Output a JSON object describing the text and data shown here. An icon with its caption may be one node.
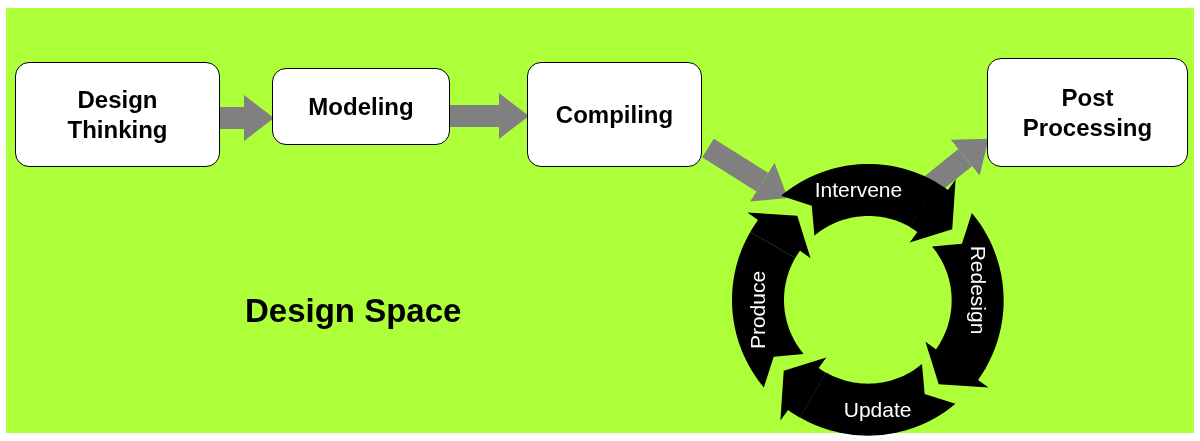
{
  "diagram": {
    "nodes": [
      {
        "text": [
          "Design Thinking"
        ]
      },
      {
        "text": [
          "Modeling"
        ]
      },
      {
        "text": [
          "Compiling"
        ]
      },
      {
        "text": [
          "Post Processing"
        ]
      },
      {
        "text": [
          "Intervene"
        ]
      },
      {
        "text": [
          "Redesign"
        ]
      },
      {
        "text": [
          "Update"
        ]
      },
      {
        "text": [
          "Produce"
        ]
      }
    ],
    "edges": [
      {
        "from": 0,
        "to": 1,
        "arrow": "to"
      },
      {
        "from": 1,
        "to": 2,
        "arrow": "to"
      },
      {
        "from": 2,
        "to": 4,
        "arrow": "to"
      },
      {
        "from": 4,
        "to": 3,
        "arrow": "to"
      },
      {
        "from": 4,
        "to": 5,
        "arrow": "to"
      },
      {
        "from": 5,
        "to": 6,
        "arrow": "to"
      },
      {
        "from": 6,
        "to": 7,
        "arrow": "to"
      },
      {
        "from": 7,
        "to": 4,
        "arrow": "to"
      }
    ],
    "labels": [
      "Design Space"
    ]
  }
}
